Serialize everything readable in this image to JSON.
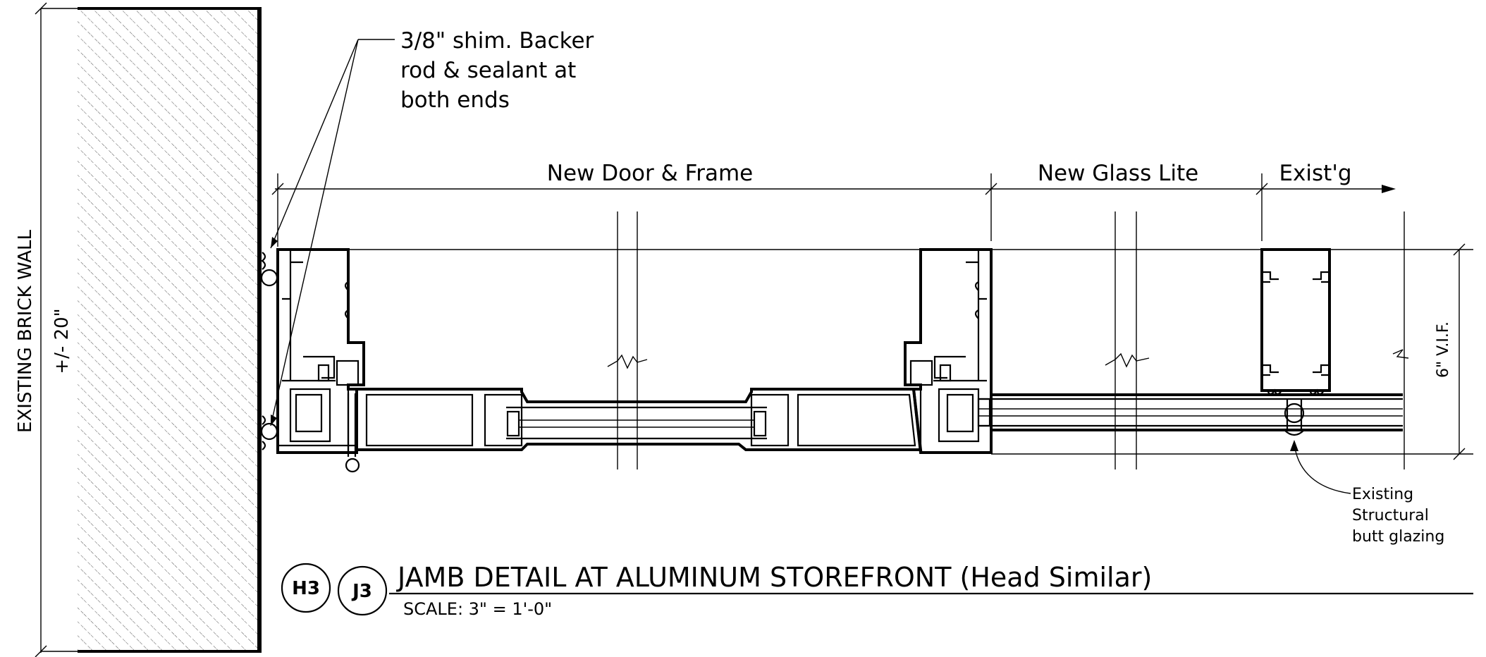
{
  "wall": {
    "label": "EXISTING BRICK WALL",
    "dimension": "+/- 20\""
  },
  "dimensions": {
    "door_frame": "New Door & Frame",
    "glass_lite": "New Glass Lite",
    "existing": "Exist'g",
    "vif": "6\"  V.I.F."
  },
  "notes": {
    "shim": [
      "3/8\" shim.  Backer",
      "rod & sealant at",
      "both ends"
    ],
    "butt_glazing": [
      "Existing",
      "Structural",
      "butt glazing"
    ]
  },
  "title_block": {
    "bubble_1": "H3",
    "bubble_2": "J3",
    "title": "JAMB DETAIL AT ALUMINUM STOREFRONT (Head Similar)",
    "scale": "SCALE: 3\" = 1'-0\""
  }
}
